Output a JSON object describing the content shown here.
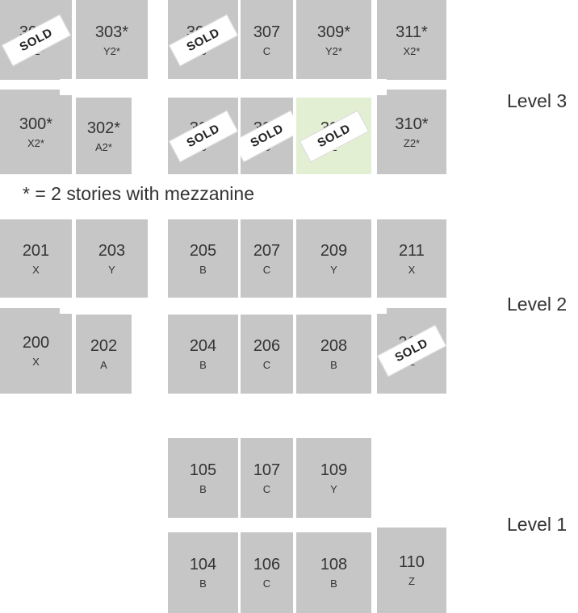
{
  "sold_label": "SOLD",
  "note": "* = 2 stories with mezzanine",
  "colors": {
    "unit": "#c6c6c6",
    "highlight": "#e3efd3",
    "text": "#333333"
  },
  "levels": [
    {
      "label": "Level 3",
      "units": [
        {
          "number": "301*",
          "type": "Z2*",
          "sold": true
        },
        {
          "number": "303*",
          "type": "Y2*",
          "sold": false
        },
        {
          "number": "305*",
          "type": "B",
          "sold": true
        },
        {
          "number": "307",
          "type": "C",
          "sold": false
        },
        {
          "number": "309*",
          "type": "Y2*",
          "sold": false
        },
        {
          "number": "311*",
          "type": "X2*",
          "sold": false
        },
        {
          "number": "300*",
          "type": "X2*",
          "sold": false
        },
        {
          "number": "302*",
          "type": "A2*",
          "sold": false
        },
        {
          "number": "304",
          "type": "B",
          "sold": true
        },
        {
          "number": "306",
          "type": "C",
          "sold": true
        },
        {
          "number": "308",
          "type": "Z",
          "sold": true,
          "highlight": true
        },
        {
          "number": "310*",
          "type": "Z2*",
          "sold": false
        }
      ]
    },
    {
      "label": "Level 2",
      "units": [
        {
          "number": "201",
          "type": "X",
          "sold": false
        },
        {
          "number": "203",
          "type": "Y",
          "sold": false
        },
        {
          "number": "205",
          "type": "B",
          "sold": false
        },
        {
          "number": "207",
          "type": "C",
          "sold": false
        },
        {
          "number": "209",
          "type": "Y",
          "sold": false
        },
        {
          "number": "211",
          "type": "X",
          "sold": false
        },
        {
          "number": "200",
          "type": "X",
          "sold": false
        },
        {
          "number": "202",
          "type": "A",
          "sold": false
        },
        {
          "number": "204",
          "type": "B",
          "sold": false
        },
        {
          "number": "206",
          "type": "C",
          "sold": false
        },
        {
          "number": "208",
          "type": "B",
          "sold": false
        },
        {
          "number": "210",
          "type": "Z",
          "sold": true
        }
      ]
    },
    {
      "label": "Level 1",
      "units": [
        {
          "number": "105",
          "type": "B",
          "sold": false
        },
        {
          "number": "107",
          "type": "C",
          "sold": false
        },
        {
          "number": "109",
          "type": "Y",
          "sold": false
        },
        {
          "number": "104",
          "type": "B",
          "sold": false
        },
        {
          "number": "106",
          "type": "C",
          "sold": false
        },
        {
          "number": "108",
          "type": "B",
          "sold": false
        },
        {
          "number": "110",
          "type": "Z",
          "sold": false
        }
      ]
    }
  ]
}
